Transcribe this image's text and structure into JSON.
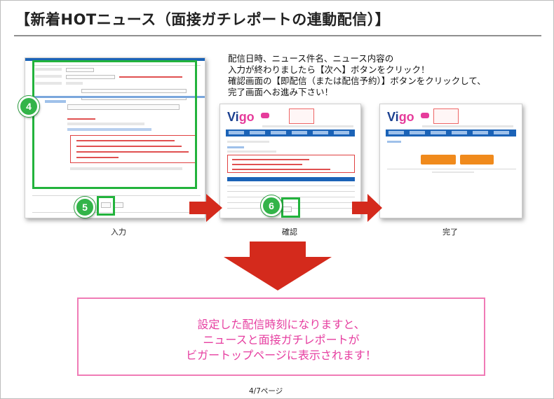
{
  "title": "【新着HOTニュース（面接ガチレポートの連動配信）】",
  "instructions": [
    "配信日時、ニュース件名、ニュース内容の",
    "入力が終わりましたら【次へ】ボタンをクリック！",
    "確認画面の【即配信（または配信予約）】ボタンをクリックして、",
    "完了画面へお進み下さい！"
  ],
  "steps": [
    {
      "number": "4"
    },
    {
      "number": "5"
    },
    {
      "number": "6"
    }
  ],
  "captions": {
    "input": "入力",
    "confirm": "確認",
    "done": "完了"
  },
  "result_lines": [
    "設定した配信時刻になりますと、",
    "ニュースと面接ガチレポートが",
    "ビガートップページに表示されます！"
  ],
  "page_number": "4/7ページ",
  "colors": {
    "step_green": "#33b449",
    "arrow_red": "#d42a1c",
    "result_pink": "#e63ea0",
    "nav_blue": "#1b63b7"
  }
}
